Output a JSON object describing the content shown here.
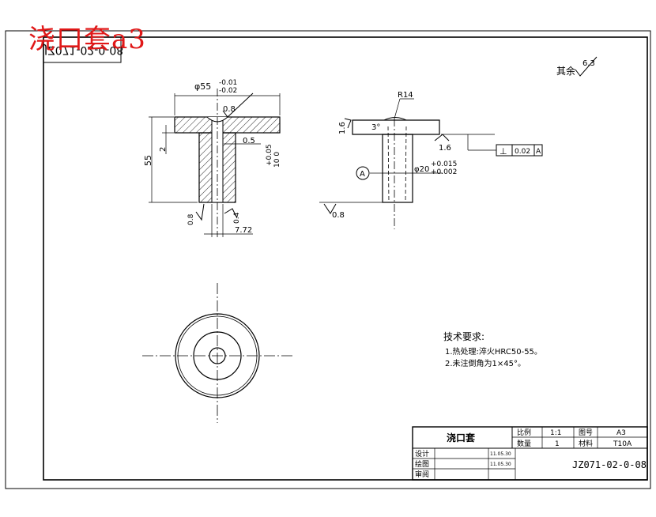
{
  "overlay": {
    "title": "浇口套a3"
  },
  "drawing": {
    "mirrored_code": "JZ071-02-0-08",
    "default_roughness": {
      "label": "其余",
      "value": "6.3"
    },
    "left_view": {
      "diameter_main": "φ55",
      "diameter_tol_upper": "-0.01",
      "diameter_tol_lower": "-0.02",
      "roughness_top": "0.8",
      "height": "55",
      "flange": "2",
      "step": "0.5",
      "tol_upper": "+0.05",
      "tol_lower": "10  0",
      "roughness_bottom_left": "0.8",
      "roughness_bottom_right": "0.4",
      "bore": "7.72"
    },
    "right_view": {
      "radius": "R14",
      "angle": "3°",
      "roughness_left": "1.6",
      "roughness_right": "1.6",
      "diameter": "φ20",
      "diameter_tol_upper": "+0.015",
      "diameter_tol_lower": "+0.002",
      "datum": "A",
      "roughness_bottom": "0.8",
      "geo_tol": {
        "symbol": "⊥",
        "value": "0.02",
        "datum": "A"
      }
    },
    "tech_requirements": {
      "title": "技术要求:",
      "items": [
        "1.热处理:淬火HRC50-55。",
        "2.未注倒角为1×45°。"
      ]
    },
    "title_block": {
      "part_name": "浇口套",
      "scale_label": "比例",
      "scale_value": "1:1",
      "drawing_no_label": "图号",
      "drawing_no_value": "A3",
      "qty_label": "数量",
      "qty_value": "1",
      "material_label": "材料",
      "material_value": "T10A",
      "design_label": "设计",
      "design_date": "11.05.30",
      "draw_label": "绘图",
      "draw_date": "11.05.30",
      "review_label": "审阅",
      "doc_code": "JZ071-02-0-08"
    }
  }
}
